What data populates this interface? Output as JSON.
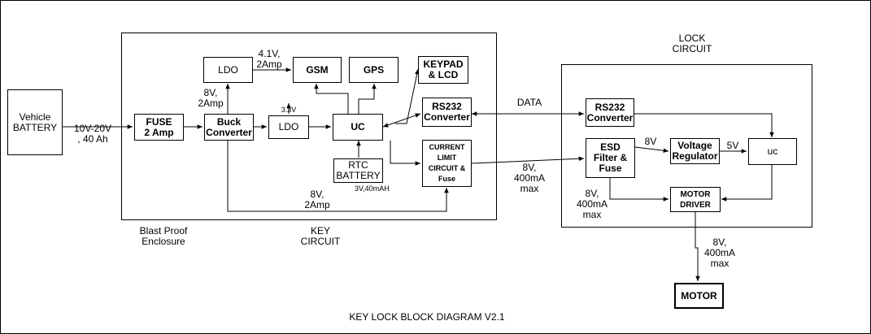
{
  "diagram": {
    "title": "KEY LOCK BLOCK DIAGRAM  V2.1",
    "regions": {
      "key_circuit": "KEY\nCIRCUIT",
      "blast_proof": "Blast Proof\nEnclosure",
      "lock_circuit": "LOCK\nCIRCUIT"
    },
    "blocks": {
      "vehicle_battery": "Vehicle\nBATTERY",
      "fuse": "FUSE\n2 Amp",
      "buck_converter": "Buck\nConverter",
      "ldo_top": "LDO",
      "ldo_mid": "LDO",
      "gsm": "GSM",
      "gps": "GPS",
      "keypad_lcd": "KEYPAD\n& LCD",
      "uc_key": "UC",
      "rs232_key": "RS232\nConverter",
      "rtc_battery": "RTC\nBATTERY",
      "current_limit": "CURRENT\nLIMIT\nCIRCUIT &\nFuse",
      "rs232_lock": "RS232\nConverter",
      "esd_filter": "ESD\nFilter &\nFuse",
      "voltage_regulator": "Voltage\nRegulator",
      "uc_lock": "uc",
      "motor_driver": "MOTOR\nDRIVER",
      "motor": "MOTOR"
    },
    "labels": {
      "battery_spec": "10V-20V\n, 40 Ah",
      "ldo_gsm": "4.1V,\n2Amp",
      "buck_ldo": "8V,\n2Amp",
      "ldo_3v3": "3.3V",
      "rtc_spec": "3V,40mAH",
      "buck_current_limit": "8V,\n2Amp",
      "data_link": "DATA",
      "current_limit_out": "8V,\n400mA\nmax",
      "esd_regulator": "8V",
      "regulator_uc": "5V",
      "esd_motor_driver": "8V,\n400mA\nmax",
      "motor_driver_out": "8V,\n400mA\nmax"
    }
  },
  "colors": {
    "stroke": "#000000",
    "background": "#ffffff"
  }
}
